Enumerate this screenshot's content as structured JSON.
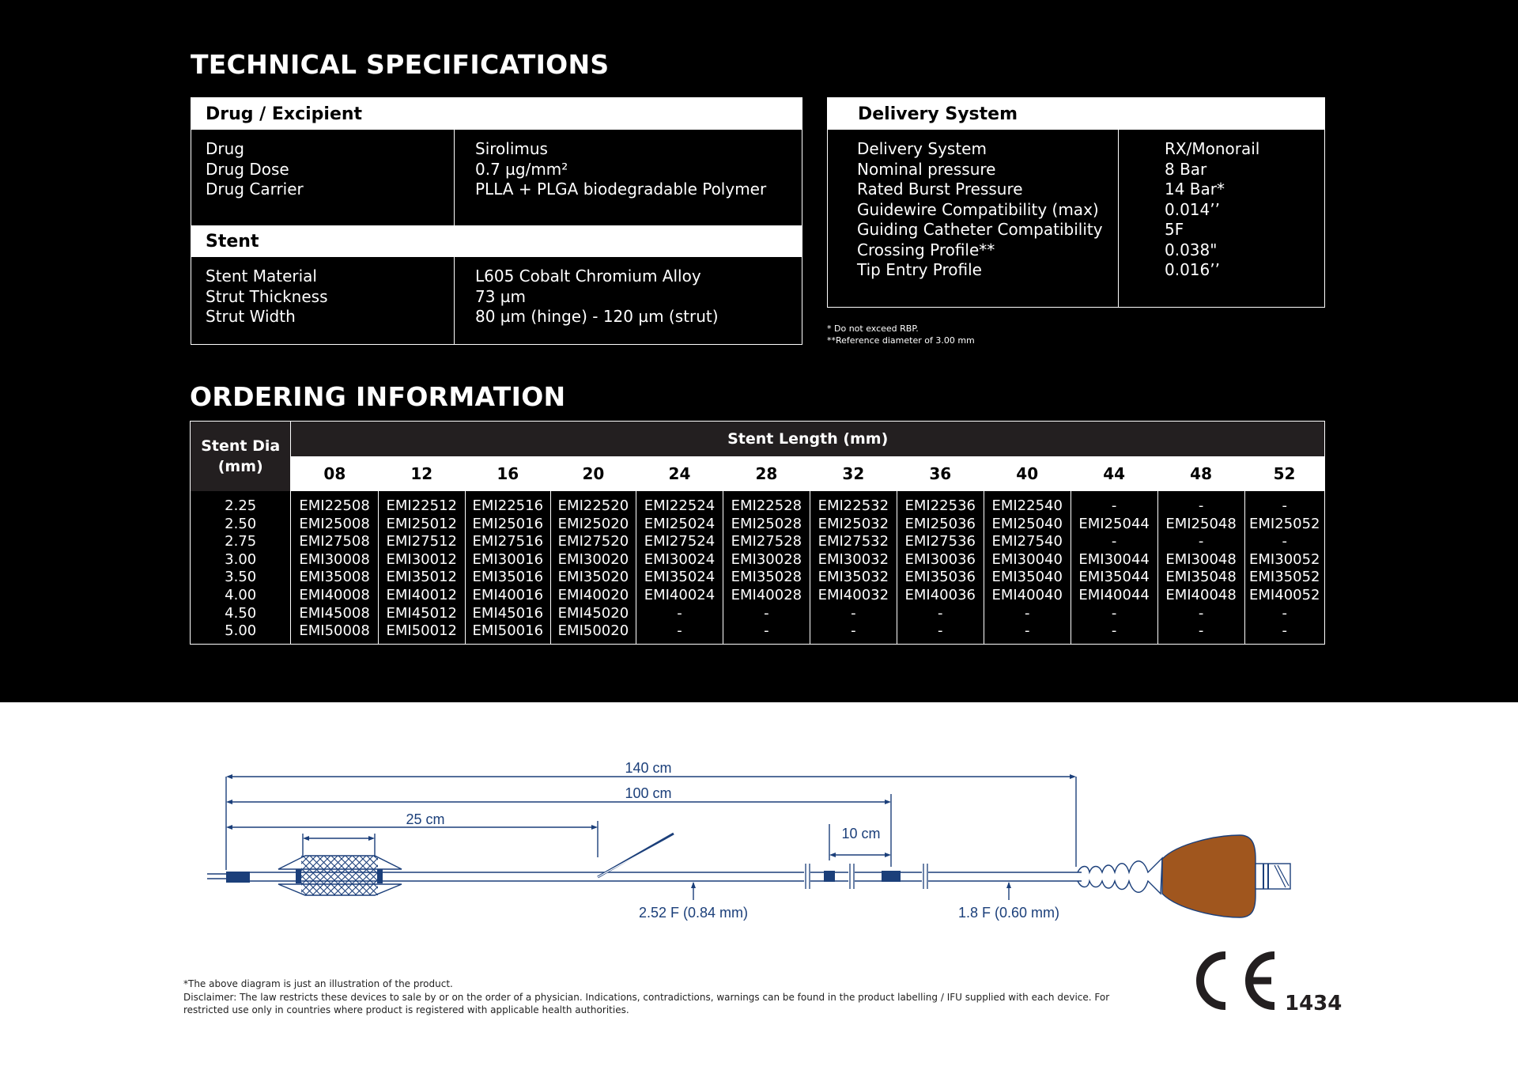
{
  "technical_specifications": {
    "title": "TECHNICAL SPECIFICATIONS",
    "drug_excipient": {
      "heading": "Drug / Excipient",
      "rows": [
        {
          "label": "Drug",
          "value": "Sirolimus"
        },
        {
          "label": "Drug Dose",
          "value": "0.7 µg/mm²"
        },
        {
          "label": "Drug Carrier",
          "value": "PLLA + PLGA biodegradable Polymer"
        }
      ]
    },
    "stent": {
      "heading": "Stent",
      "rows": [
        {
          "label": "Stent Material",
          "value": "L605 Cobalt Chromium Alloy"
        },
        {
          "label": "Strut Thickness",
          "value": "73 µm"
        },
        {
          "label": "Strut Width",
          "value": "80 µm (hinge) - 120 µm (strut)"
        }
      ]
    },
    "delivery_system": {
      "heading": "Delivery System",
      "rows": [
        {
          "label": "Delivery System",
          "value": "RX/Monorail"
        },
        {
          "label": "Nominal pressure",
          "value": "8 Bar"
        },
        {
          "label": "Rated Burst Pressure",
          "value": "14 Bar*"
        },
        {
          "label": "Guidewire Compatibility (max)",
          "value": "0.014’’"
        },
        {
          "label": "Guiding Catheter Compatibility",
          "value": "5F"
        },
        {
          "label": "Crossing Profile**",
          "value": "0.038\""
        },
        {
          "label": "Tip Entry Profile",
          "value": "0.016’’"
        }
      ],
      "footnotes": [
        "* Do not exceed RBP.",
        "**Reference diameter of 3.00 mm"
      ]
    }
  },
  "ordering_information": {
    "title": "ORDERING INFORMATION",
    "dia_header_line1": "Stent Dia",
    "dia_header_line2": "(mm)",
    "length_header": "Stent Length (mm)",
    "lengths": [
      "08",
      "12",
      "16",
      "20",
      "24",
      "28",
      "32",
      "36",
      "40",
      "44",
      "48",
      "52"
    ],
    "diameters": [
      "2.25",
      "2.50",
      "2.75",
      "3.00",
      "3.50",
      "4.00",
      "4.50",
      "5.00"
    ],
    "codes": [
      [
        "EMI22508",
        "EMI22512",
        "EMI22516",
        "EMI22520",
        "EMI22524",
        "EMI22528",
        "EMI22532",
        "EMI22536",
        "EMI22540",
        "-",
        "-",
        "-"
      ],
      [
        "EMI25008",
        "EMI25012",
        "EMI25016",
        "EMI25020",
        "EMI25024",
        "EMI25028",
        "EMI25032",
        "EMI25036",
        "EMI25040",
        "EMI25044",
        "EMI25048",
        "EMI25052"
      ],
      [
        "EMI27508",
        "EMI27512",
        "EMI27516",
        "EMI27520",
        "EMI27524",
        "EMI27528",
        "EMI27532",
        "EMI27536",
        "EMI27540",
        "-",
        "-",
        "-"
      ],
      [
        "EMI30008",
        "EMI30012",
        "EMI30016",
        "EMI30020",
        "EMI30024",
        "EMI30028",
        "EMI30032",
        "EMI30036",
        "EMI30040",
        "EMI30044",
        "EMI30048",
        "EMI30052"
      ],
      [
        "EMI35008",
        "EMI35012",
        "EMI35016",
        "EMI35020",
        "EMI35024",
        "EMI35028",
        "EMI35032",
        "EMI35036",
        "EMI35040",
        "EMI35044",
        "EMI35048",
        "EMI35052"
      ],
      [
        "EMI40008",
        "EMI40012",
        "EMI40016",
        "EMI40020",
        "EMI40024",
        "EMI40028",
        "EMI40032",
        "EMI40036",
        "EMI40040",
        "EMI40044",
        "EMI40048",
        "EMI40052"
      ],
      [
        "EMI45008",
        "EMI45012",
        "EMI45016",
        "EMI45020",
        "-",
        "-",
        "-",
        "-",
        "-",
        "-",
        "-",
        "-"
      ],
      [
        "EMI50008",
        "EMI50012",
        "EMI50016",
        "EMI50020",
        "-",
        "-",
        "-",
        "-",
        "-",
        "-",
        "-",
        "-"
      ]
    ]
  },
  "diagram": {
    "dim_140": "140 cm",
    "dim_100": "100 cm",
    "dim_25": "25 cm",
    "dim_10": "10 cm",
    "proximal_shaft": "2.52 F (0.84 mm)",
    "distal_shaft": "1.8 F (0.60 mm)",
    "line_color": "#1b3f7a",
    "hub_color": "#a0561e"
  },
  "disclaimer": {
    "note": "*The above diagram is just an illustration of the product.",
    "text": "Disclaimer: The law restricts these devices to sale by or on the order of a physician. Indications, contradictions, warnings can be found in the product labelling / IFU supplied with each device. For restricted use only in countries where product is registered with applicable health authorities."
  },
  "ce_mark": {
    "symbol": "CE",
    "number": "1434"
  }
}
